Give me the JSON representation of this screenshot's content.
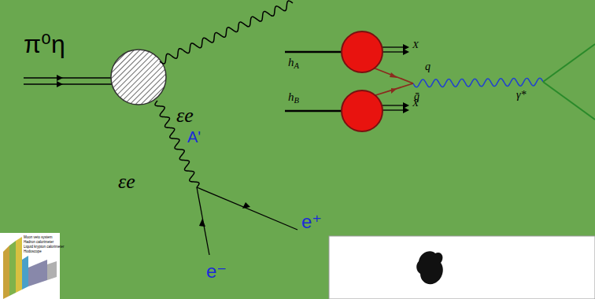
{
  "diagram": {
    "labels": [
      "π⁰η",
      "εe",
      "A'",
      "εe",
      "e⁺",
      "e⁻",
      "hA",
      "hB",
      "X",
      "X",
      "q",
      "q̄",
      "γ*",
      "Muon veto system",
      "Hadron calorimeter",
      "Liquid krypton calorimeter",
      "Hodoscope"
    ]
  }
}
